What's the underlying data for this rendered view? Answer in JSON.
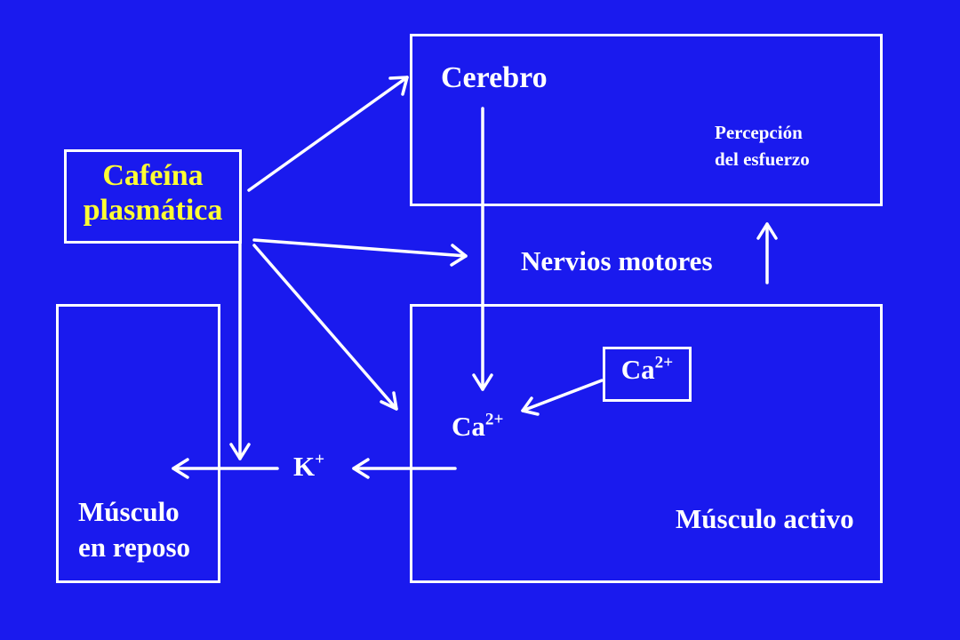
{
  "colors": {
    "background": "#1a1aee",
    "foreground": "#ffffff",
    "highlight": "#ffff33"
  },
  "nodes": {
    "caffeine_line1": "Cafeína",
    "caffeine_line2": "plasmática",
    "brain": "Cerebro",
    "perception_line1": "Percepción",
    "perception_line2": "del esfuerzo",
    "motor_nerves": "Nervios motores",
    "calcium_boxed": "Ca",
    "calcium_boxed_charge": "2+",
    "calcium": "Ca",
    "calcium_charge": "2+",
    "potassium": "K",
    "potassium_charge": "+",
    "resting_line1": "Músculo",
    "resting_line2": "en reposo",
    "active_muscle": "Músculo activo"
  }
}
